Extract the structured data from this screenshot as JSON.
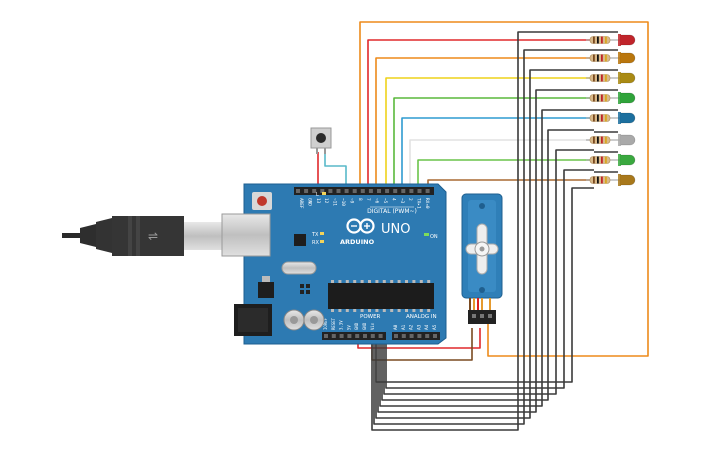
{
  "board": {
    "brand": "ARDUINO",
    "model": "UNO",
    "digital_label": "DIGITAL (PWM~)",
    "power_label": "POWER",
    "analog_label": "ANALOG IN",
    "on_label": "ON",
    "l_label": "L",
    "tx_label": "TX",
    "rx_label": "RX",
    "digital_pins": [
      "AREF",
      "GND",
      "13",
      "12",
      "~11",
      "~10",
      "~9",
      "8",
      "7",
      "~6",
      "~5",
      "4",
      "~3",
      "2",
      "TX▸1",
      "RX◂0"
    ],
    "power_pins": [
      "IOREF",
      "RESET",
      "3.3V",
      "5V",
      "GND",
      "GND",
      "Vin"
    ],
    "analog_pins": [
      "A0",
      "A1",
      "A2",
      "A3",
      "A4",
      "A5"
    ]
  },
  "components": {
    "leds": [
      {
        "color": "#c0242a"
      },
      {
        "color": "#b9760d"
      },
      {
        "color": "#a98a14"
      },
      {
        "color": "#2fa33a"
      },
      {
        "color": "#1c6f9e"
      },
      {
        "color": "#a9a9a9"
      },
      {
        "color": "#3aa83f"
      },
      {
        "color": "#a8781b"
      }
    ],
    "wire_colors": {
      "red": "#e0282b",
      "orange": "#ed8a1a",
      "yellow": "#eed21a",
      "green": "#5ab93c",
      "blue": "#2f9bd0",
      "white": "#e6e6e6",
      "lightgreen": "#6ac44a",
      "black": "#3a3a3a",
      "teal": "#58b9c9",
      "brown": "#a86a32"
    }
  }
}
